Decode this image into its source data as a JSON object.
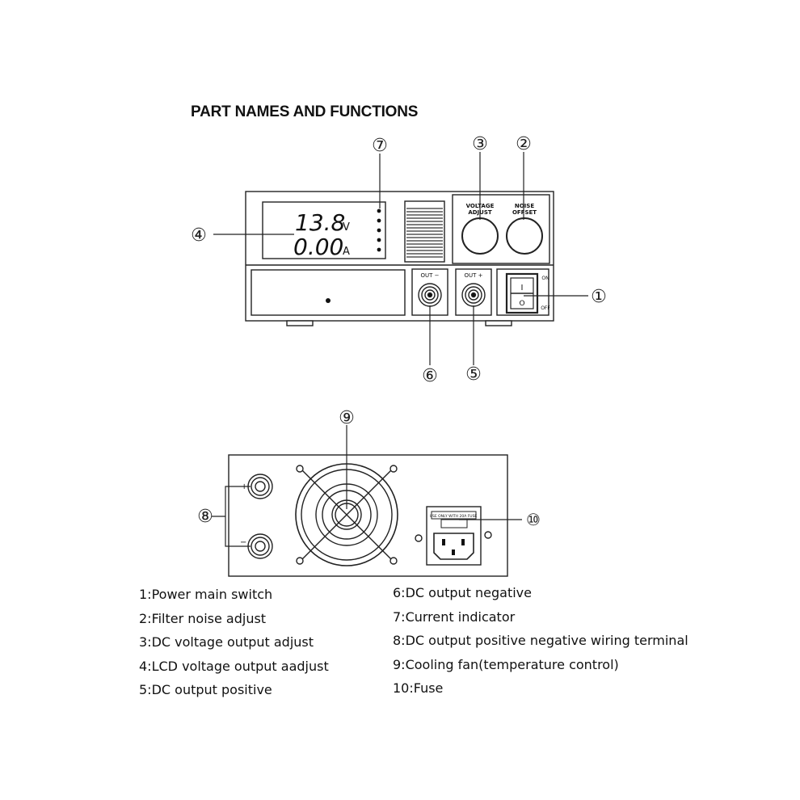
{
  "title": "PART NAMES AND FUNCTIONS",
  "front_panel": {
    "display_voltage": "13.8",
    "display_voltage_unit": "V",
    "display_current": "0.00",
    "display_current_unit": "A",
    "knob_voltage_label_1": "VOLTAGE",
    "knob_voltage_label_2": "ADJUST",
    "knob_noise_label_1": "NOISE",
    "knob_noise_label_2": "OFFSET",
    "out_negative_label": "OUT −",
    "out_positive_label": "OUT +",
    "switch_on_label": "ON",
    "switch_off_label": "OFF",
    "switch_i_glyph": "I",
    "switch_o_glyph": "O"
  },
  "rear_panel": {
    "terminal_plus": "+",
    "terminal_minus": "−",
    "fuse_label": "USE ONLY WITH 20A FUSE"
  },
  "callouts": {
    "c1": "①",
    "c2": "②",
    "c3": "③",
    "c4": "④",
    "c5": "⑤",
    "c6": "⑥",
    "c7": "⑦",
    "c8": "⑧",
    "c9": "⑨",
    "c10": "⑩"
  },
  "legend_left": [
    "1:Power main switch",
    "2:Filter noise adjust",
    "3:DC voltage output adjust",
    "4:LCD voltage output aadjust",
    "5:DC output positive"
  ],
  "legend_right": [
    "6:DC output negative",
    "7:Current indicator",
    "8:DC output positive negative wiring terminal",
    "9:Cooling fan(temperature control)",
    "10:Fuse"
  ]
}
